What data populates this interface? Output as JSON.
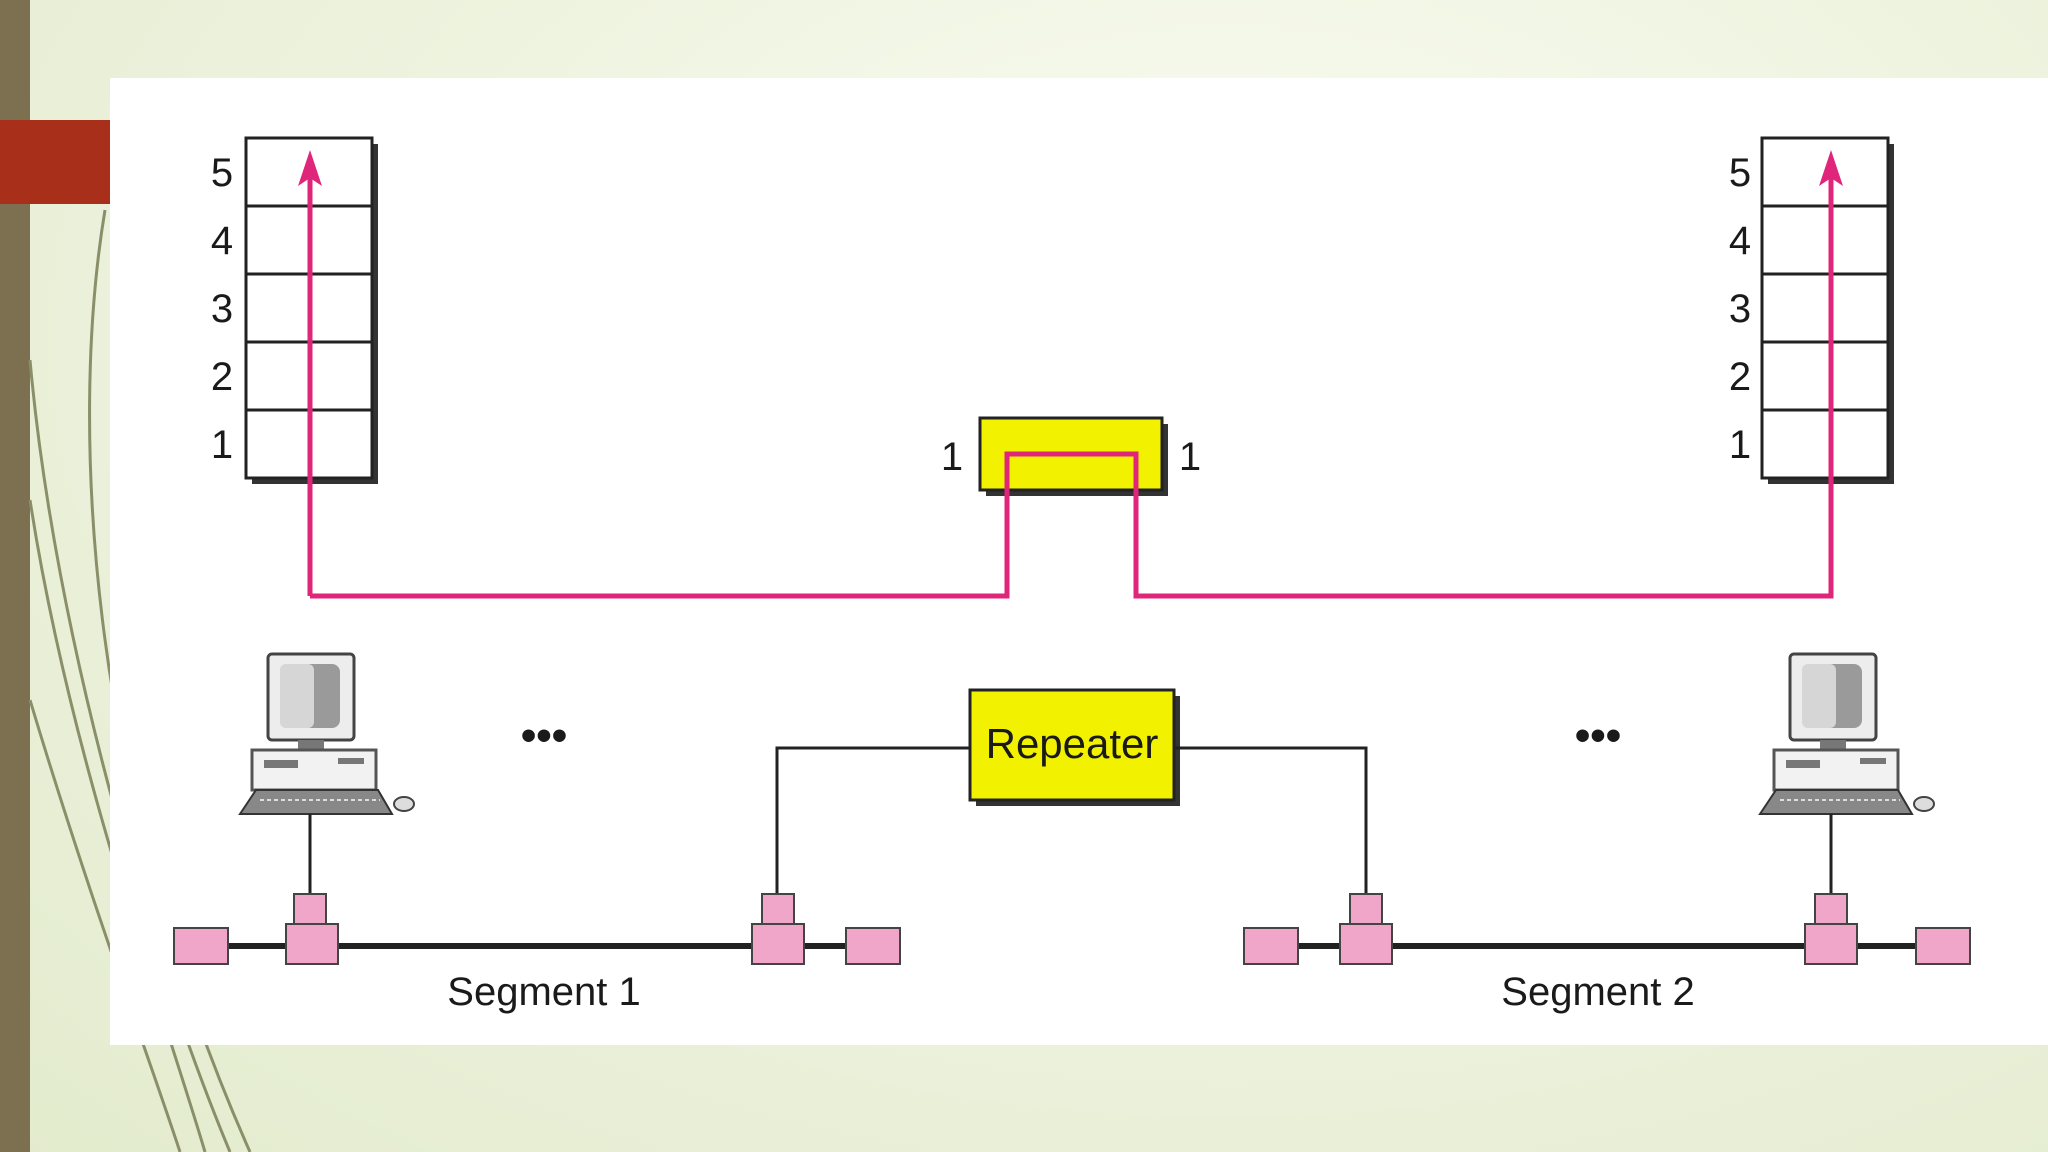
{
  "left_stack": {
    "layers": [
      "5",
      "4",
      "3",
      "2",
      "1"
    ]
  },
  "right_stack": {
    "layers": [
      "5",
      "4",
      "3",
      "2",
      "1"
    ]
  },
  "repeater_layer": {
    "left_label": "1",
    "right_label": "1"
  },
  "repeater": {
    "label": "Repeater"
  },
  "ellipsis": {
    "left": "•••",
    "right": "•••"
  },
  "segments": {
    "segment1": "Segment 1",
    "segment2": "Segment 2"
  },
  "colors": {
    "path": "#e0267a",
    "repeater_fill": "#f2f200",
    "connector_fill": "#f0a6c8",
    "accent_bar": "#7d7050",
    "accent_tab": "#a8301a"
  }
}
